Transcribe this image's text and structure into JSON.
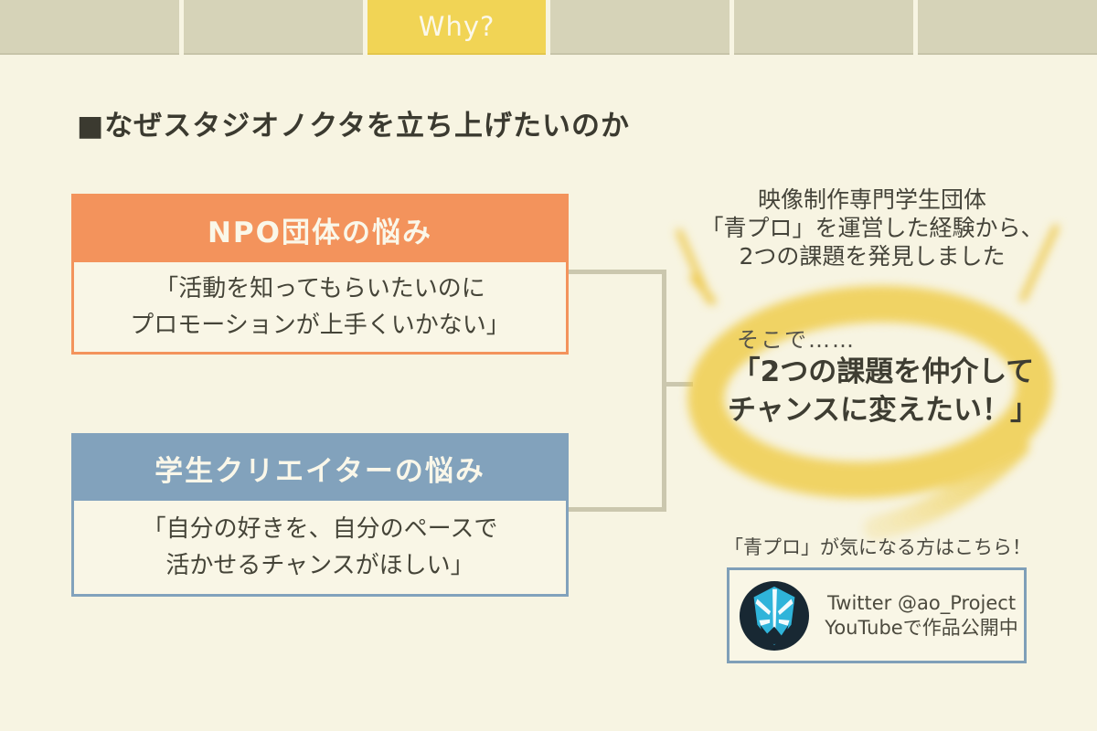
{
  "colors": {
    "background": "#F7F4E2",
    "tab_inactive": "#D6D3B8",
    "tab_active": "#F1D455",
    "orange": "#F3935C",
    "blue": "#82A2BC",
    "connector": "#CBC7AE",
    "swoosh_yellow": "#EFCB45",
    "dark_text": "#3E3D32"
  },
  "tabs": {
    "items": [
      {
        "label": ""
      },
      {
        "label": ""
      },
      {
        "label": "Why?",
        "active": true
      },
      {
        "label": ""
      },
      {
        "label": ""
      },
      {
        "label": ""
      }
    ]
  },
  "heading": "■なぜスタジオノクタを立ち上げたいのか",
  "boxes": {
    "npo": {
      "title": "NPO団体の悩み",
      "body_line1": "「活動を知ってもらいたいのに",
      "body_line2": "プロモーションが上手くいかない」"
    },
    "student": {
      "title": "学生クリエイターの悩み",
      "body_line1": "「自分の好きを、自分のペースで",
      "body_line2": "活かせるチャンスがほしい」"
    }
  },
  "right": {
    "intro_line1": "映像制作専門学生団体",
    "intro_line2": "「青プロ」を運営した経験から、",
    "intro_line3": "2つの課題を発見しました",
    "lead": "そこで……",
    "quote_line1": "「2つの課題を仲介して",
    "quote_line2": "チャンスに変えたい！」"
  },
  "footer": {
    "label": "「青プロ」が気になる方はこちら！",
    "info_line1": "Twitter @ao_Project",
    "info_line2": "YouTubeで作品公開中",
    "logo_name": "ao-project-crest-logo"
  }
}
